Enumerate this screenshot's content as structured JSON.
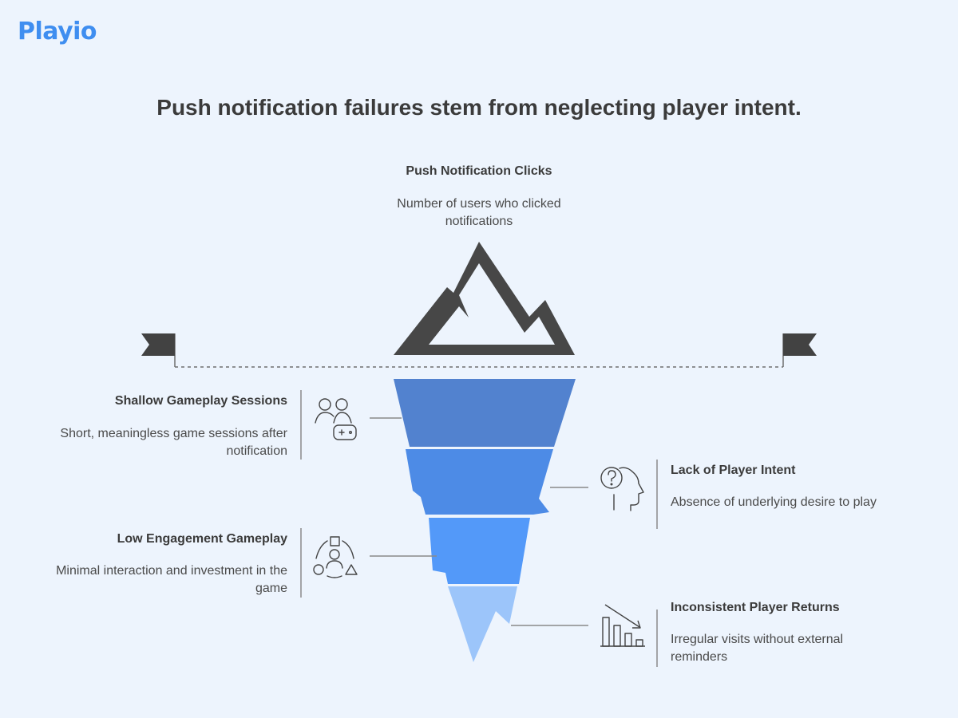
{
  "brand": {
    "logo": "Playio"
  },
  "headline": "Push notification failures stem from neglecting player intent.",
  "tip": {
    "title": "Push Notification Clicks",
    "description": "Number of users who clicked notifications"
  },
  "layers": [
    {
      "title": "Shallow Gameplay Sessions",
      "description": "Short, meaningless game sessions after notification",
      "icon": "users-gamepad-icon",
      "color": "#5282cf"
    },
    {
      "title": "Lack of Player Intent",
      "description": "Absence of underlying desire to play",
      "icon": "head-question-icon",
      "color": "#4d8be6"
    },
    {
      "title": "Low Engagement Gameplay",
      "description": "Minimal interaction and investment in the game",
      "icon": "people-shapes-icon",
      "color": "#5399f9"
    },
    {
      "title": "Inconsistent Player Returns",
      "description": "Irregular visits without external reminders",
      "icon": "declining-bars-icon",
      "color": "#9cc5fa"
    }
  ],
  "colors": {
    "mountain": "#474747",
    "accent": "#3f8ef0",
    "background": "#edf4fd"
  }
}
